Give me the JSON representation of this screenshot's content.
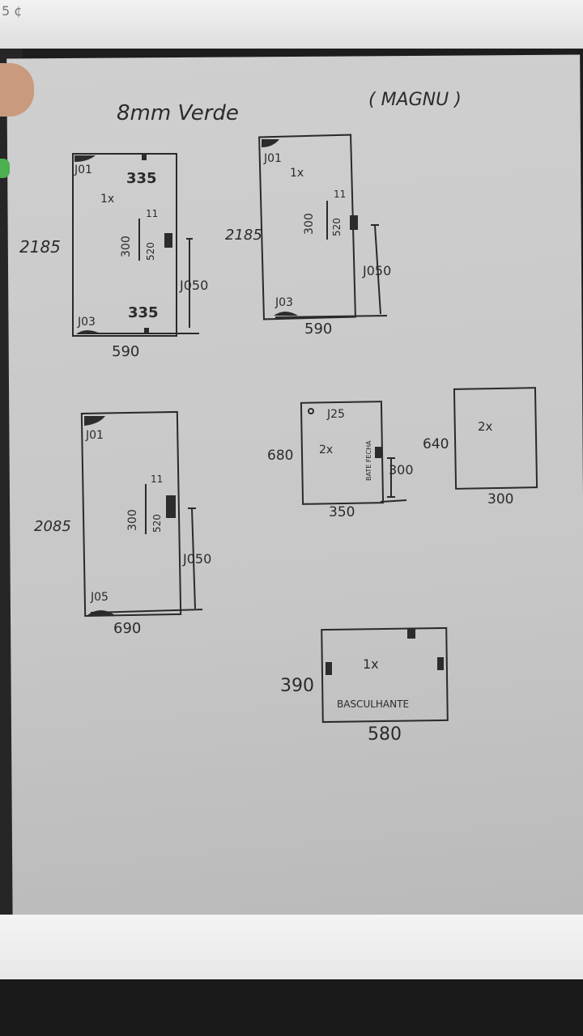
{
  "header": {
    "left": "8mm Verde",
    "right": "( MAGNU )"
  },
  "corner": "5 ¢",
  "drawings": [
    {
      "id": "d1",
      "marks": [
        "J01",
        "335",
        "1x",
        "11",
        "300",
        "520",
        "J050",
        "J03",
        "335"
      ],
      "height": "2185",
      "width": "590"
    },
    {
      "id": "d2",
      "marks": [
        "J01",
        "1x",
        "11",
        "300",
        "520",
        "J050",
        "J03"
      ],
      "height": "2185",
      "width": "590"
    },
    {
      "id": "d3",
      "marks": [
        "J01",
        "11",
        "300",
        "520",
        "J050",
        "J05"
      ],
      "height": "2085",
      "width": "690"
    },
    {
      "id": "d4",
      "marks": [
        "J25",
        "2x",
        "BATE FECHA",
        "300"
      ],
      "height": "680",
      "width": "350"
    },
    {
      "id": "d5",
      "marks": [
        "2x"
      ],
      "height": "640",
      "width": "300"
    },
    {
      "id": "d6",
      "marks": [
        "1x",
        "BASCULHANTE"
      ],
      "height": "390",
      "width": "580"
    }
  ]
}
